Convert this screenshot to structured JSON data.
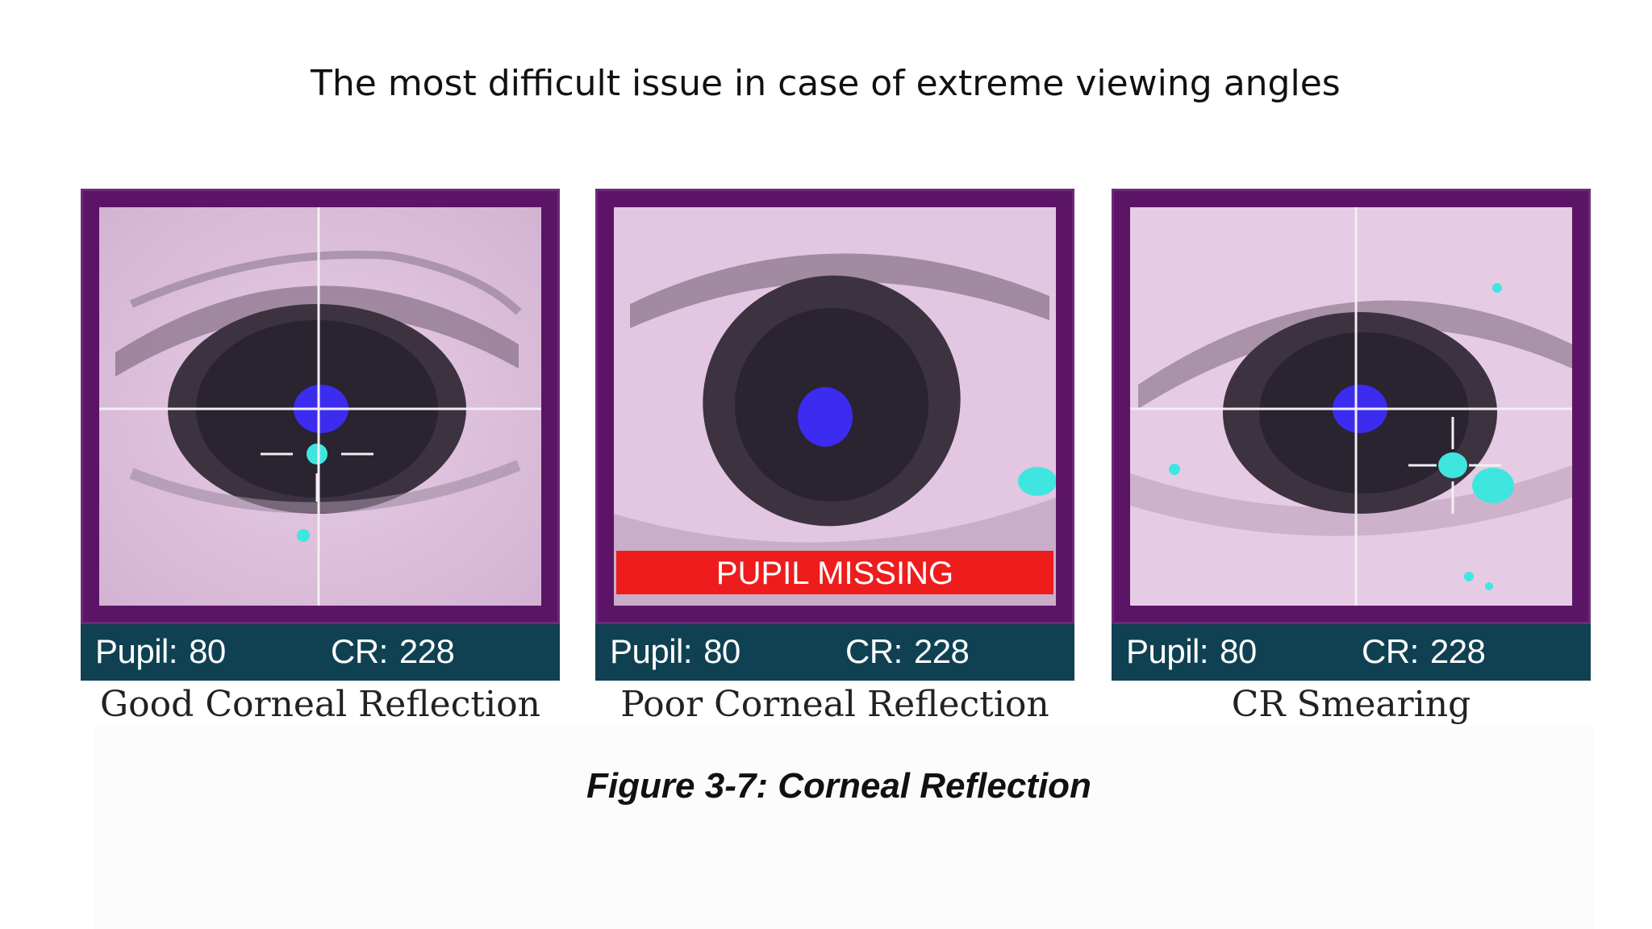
{
  "slide": {
    "title": "The most difficult issue in case of extreme viewing angles"
  },
  "panels": [
    {
      "caption": "Good Corneal Reflection",
      "pupil_label": "Pupil:",
      "pupil_value": "80",
      "cr_label": "CR:",
      "cr_value": "228"
    },
    {
      "caption": "Poor Corneal Reflection",
      "pupil_label": "Pupil:",
      "pupil_value": "80",
      "cr_label": "CR:",
      "cr_value": "228",
      "banner": "PUPIL MISSING"
    },
    {
      "caption": "CR Smearing",
      "pupil_label": "Pupil:",
      "pupil_value": "80",
      "cr_label": "CR:",
      "cr_value": "228"
    }
  ],
  "figure": {
    "caption": "Figure 3-7: Corneal Reflection"
  },
  "colors": {
    "frame": "#5c1466",
    "stats_bar": "#0f4152",
    "pupil": "#3b2cf0",
    "reflection": "#3fe6e0",
    "banner": "#ee1c1c"
  }
}
